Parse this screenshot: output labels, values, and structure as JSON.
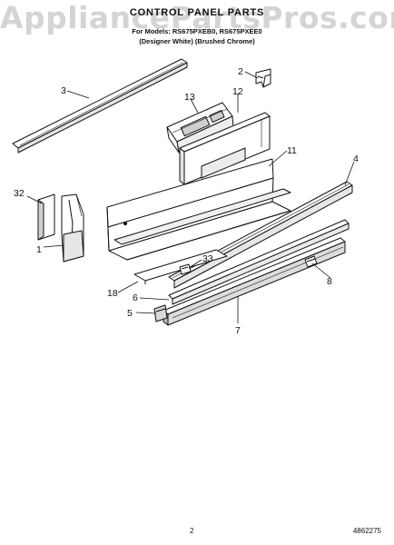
{
  "watermark": "AppliancePartsPros.com",
  "header": {
    "title": "CONTROL PANEL PARTS",
    "line1": "For Models: RS675PXEB0, RS675PXEE0",
    "line2": "(Designer White) (Brushed Chrome)"
  },
  "callouts": [
    "1",
    "2",
    "3",
    "4",
    "5",
    "6",
    "7",
    "8",
    "11",
    "12",
    "13",
    "18",
    "32",
    "33"
  ],
  "footer": {
    "page": "2",
    "code": "4862275"
  }
}
